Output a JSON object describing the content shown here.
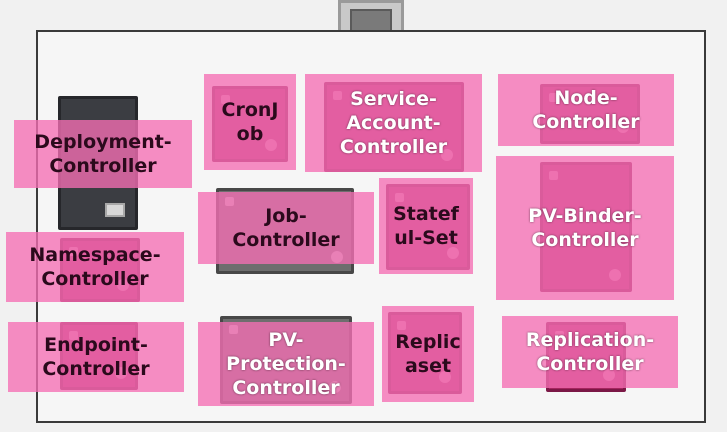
{
  "controllers": {
    "deployment": "Deployment-\nController",
    "namespace": "Namespace-\nController",
    "endpoint": "Endpoint-\nController",
    "cronjob": "CronJ\nob",
    "service_account": "Service-\nAccount-\nController",
    "node": "Node-\nController",
    "job": "Job-\nController",
    "stateful_set": "Statef\nul-Set",
    "pv_binder": "PV-Binder-\nController",
    "pv_protection": "PV-\nProtection-\nController",
    "replicaset": "Replic\naset",
    "replication": "Replication-\nController"
  },
  "colors": {
    "label_fill": "#f56eb4",
    "chip_fill": "#a4265f",
    "node_body": "#3b3d42",
    "frame_border": "#3a3a3a"
  }
}
